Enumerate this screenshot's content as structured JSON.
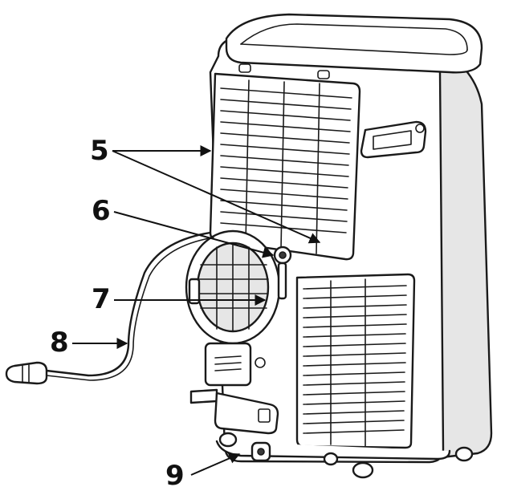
{
  "callouts": [
    {
      "id": "c5",
      "label": "5"
    },
    {
      "id": "c6",
      "label": "6"
    },
    {
      "id": "c7",
      "label": "7"
    },
    {
      "id": "c8",
      "label": "8"
    },
    {
      "id": "c9",
      "label": "9"
    }
  ],
  "colors": {
    "outline": "#1a1a1a",
    "body": "#ffffff",
    "shade": "#e6e6e6"
  },
  "icons": [
    "power-plug-icon",
    "air-filter-grille",
    "exhaust-outlet",
    "drain-port"
  ]
}
